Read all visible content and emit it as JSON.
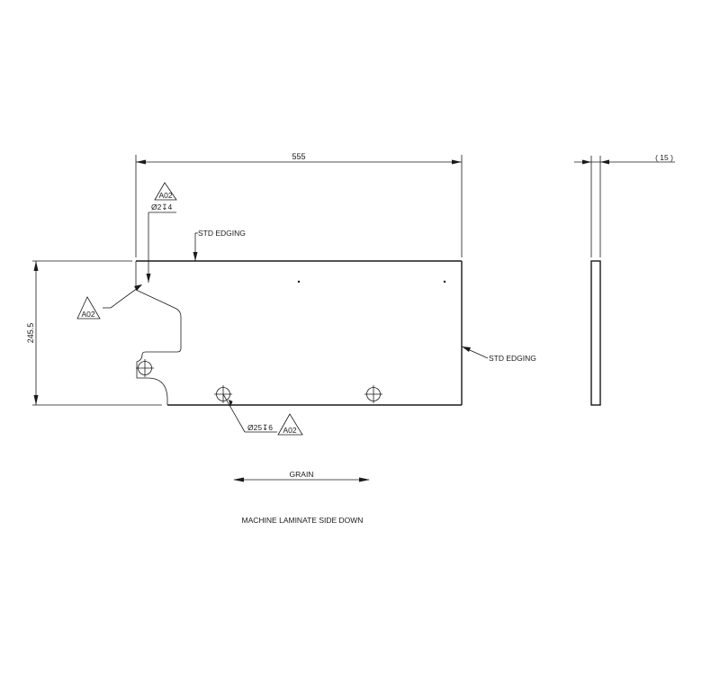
{
  "drawing": {
    "front_view": {
      "width_dimension": "555",
      "height_dimension": "245.5",
      "top_edge_note": "STD EDGING",
      "right_edge_note": "STD EDGING",
      "pilot_hole": {
        "spec": "Ø2↧4",
        "tag": "A02"
      },
      "profile_tag": "A02",
      "bore_holes": {
        "spec": "Ø25↧6",
        "tag": "A02",
        "count": 2
      }
    },
    "side_view": {
      "thickness_dimension": "( 15 )"
    },
    "grain_label": "GRAIN",
    "machining_note": "MACHINE LAMINATE SIDE DOWN"
  },
  "colors": {
    "line": "#1a1a1a",
    "background": "#ffffff"
  }
}
